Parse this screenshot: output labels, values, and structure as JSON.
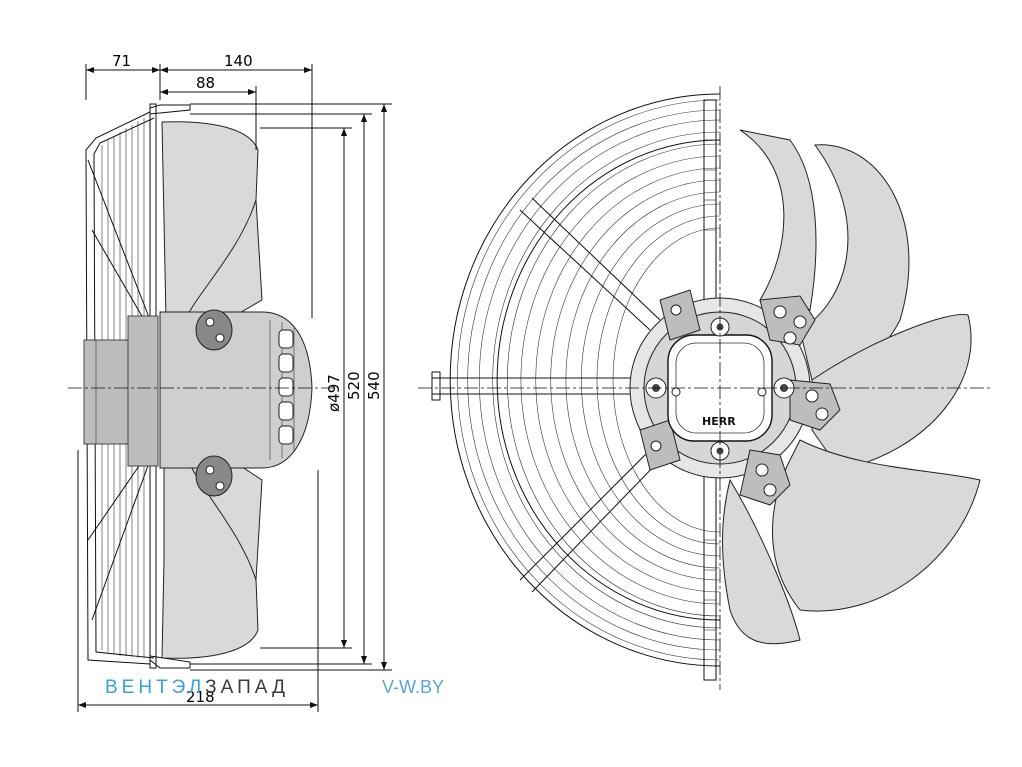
{
  "dimensions": {
    "d71": "71",
    "d140": "140",
    "d88": "88",
    "d218": "218",
    "d497": "ø497",
    "d520": "520",
    "d540": "540"
  },
  "motor_label": "HERR",
  "watermark": {
    "part1": "ВЕНТЭЛ",
    "part2": "ЗАПАД",
    "site": "V-W.BY",
    "color1": "#3aa0d8",
    "color2": "#3a3a3a",
    "color3": "#5aa7d6"
  }
}
